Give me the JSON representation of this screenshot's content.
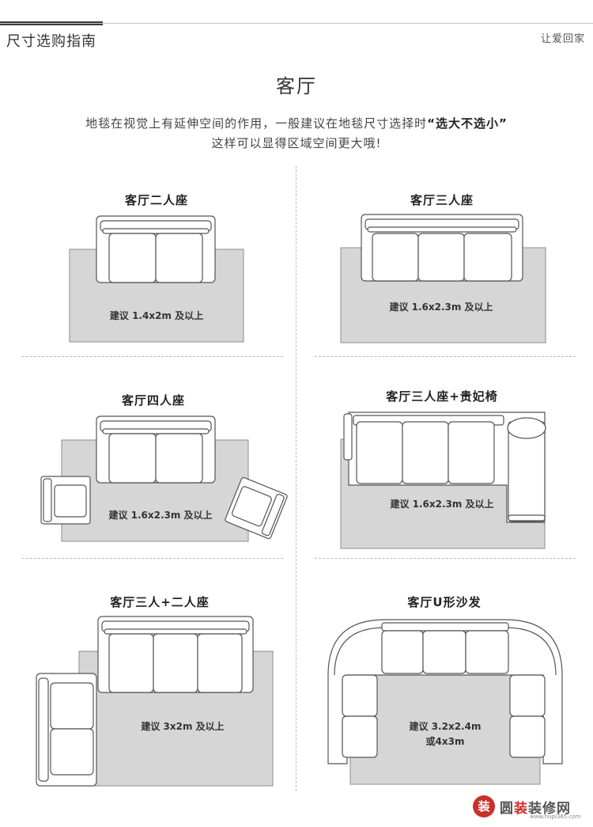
{
  "header": {
    "title": "尺寸选购指南",
    "tagline": "让爱回家"
  },
  "section": {
    "title": "客厅",
    "intro_line1_prefix": "地毯在视觉上有延伸空间的作用，一般建议在地毯尺寸选择时",
    "intro_line1_emphasis": "“选大不选小”",
    "intro_line2": "这样可以显得区域空间更大哦!"
  },
  "layouts": [
    {
      "title": "客厅二人座",
      "advice": "建议 1.4x2m 及以上"
    },
    {
      "title": "客厅三人座",
      "advice": "建议 1.6x2.3m 及以上"
    },
    {
      "title": "客厅四人座",
      "advice": "建议 1.6x2.3m 及以上"
    },
    {
      "title": "客厅三人座+贵妃椅",
      "advice": "建议 1.6x2.3m 及以上"
    },
    {
      "title": "客厅三人+二人座",
      "advice": "建议 3x2m 及以上"
    },
    {
      "title": "客厅U形沙发",
      "advice_line1": "建议 3.2x2.4m",
      "advice_line2": "或4x3m"
    }
  ],
  "watermark": {
    "seal": "装",
    "name_prefix": "圆",
    "name_mid": "装",
    "name_suffix": "装修网",
    "url": "www.hupi365.com"
  },
  "colors": {
    "rug": "#d6d6d6",
    "rug_border": "#8c8c8c",
    "sofa_fill": "#ffffff",
    "sofa_stroke": "#555555",
    "brand_red": "#c9302c"
  }
}
